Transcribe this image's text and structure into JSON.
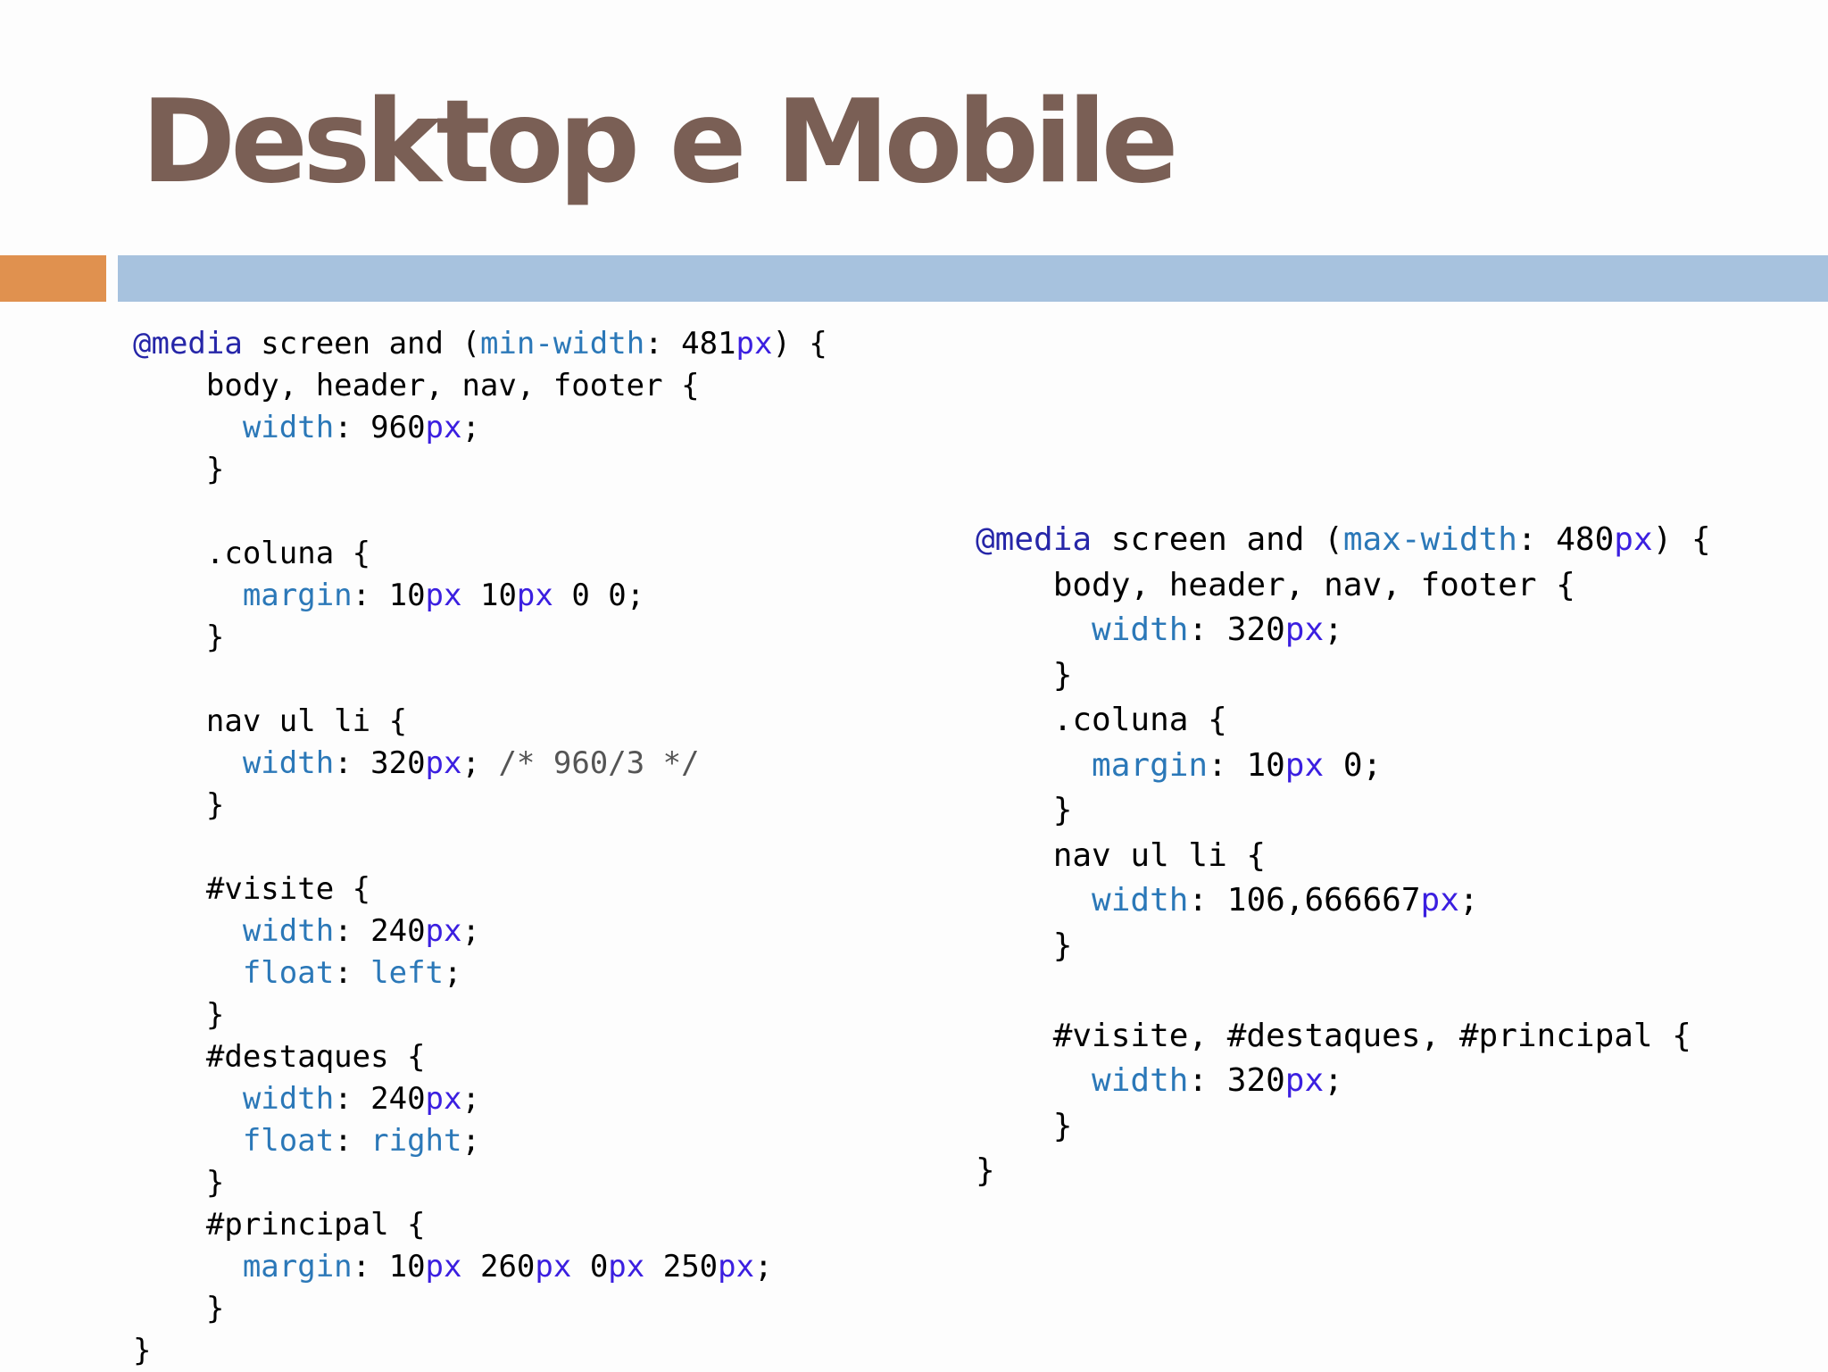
{
  "slide": {
    "title": "Desktop e Mobile"
  },
  "colors": {
    "title": "#7a5f55",
    "accent_bar": "#e0914f",
    "main_bar": "#a7c2de",
    "at_rule": "#2626a8",
    "property": "#2b78b8",
    "unit": "#3b1fe0",
    "comment": "#555555"
  },
  "code_desktop": {
    "lines": [
      [
        {
          "t": "at",
          "v": "@media"
        },
        {
          "t": "plain",
          "v": " screen and ("
        },
        {
          "t": "prop",
          "v": "min-width"
        },
        {
          "t": "plain",
          "v": ": 481"
        },
        {
          "t": "unit",
          "v": "px"
        },
        {
          "t": "plain",
          "v": ") {"
        }
      ],
      [
        {
          "t": "plain",
          "v": "    body, header, nav, footer {"
        }
      ],
      [
        {
          "t": "plain",
          "v": "      "
        },
        {
          "t": "prop",
          "v": "width"
        },
        {
          "t": "plain",
          "v": ": 960"
        },
        {
          "t": "unit",
          "v": "px"
        },
        {
          "t": "plain",
          "v": ";"
        }
      ],
      [
        {
          "t": "plain",
          "v": "    }"
        }
      ],
      [],
      [
        {
          "t": "plain",
          "v": "    .coluna {"
        }
      ],
      [
        {
          "t": "plain",
          "v": "      "
        },
        {
          "t": "prop",
          "v": "margin"
        },
        {
          "t": "plain",
          "v": ": 10"
        },
        {
          "t": "unit",
          "v": "px"
        },
        {
          "t": "plain",
          "v": " 10"
        },
        {
          "t": "unit",
          "v": "px"
        },
        {
          "t": "plain",
          "v": " 0 0;"
        }
      ],
      [
        {
          "t": "plain",
          "v": "    }"
        }
      ],
      [],
      [
        {
          "t": "plain",
          "v": "    nav ul li {"
        }
      ],
      [
        {
          "t": "plain",
          "v": "      "
        },
        {
          "t": "prop",
          "v": "width"
        },
        {
          "t": "plain",
          "v": ": 320"
        },
        {
          "t": "unit",
          "v": "px"
        },
        {
          "t": "plain",
          "v": "; "
        },
        {
          "t": "cmt",
          "v": "/* 960/3 */"
        }
      ],
      [
        {
          "t": "plain",
          "v": "    }"
        }
      ],
      [],
      [
        {
          "t": "plain",
          "v": "    #visite {"
        }
      ],
      [
        {
          "t": "plain",
          "v": "      "
        },
        {
          "t": "prop",
          "v": "width"
        },
        {
          "t": "plain",
          "v": ": 240"
        },
        {
          "t": "unit",
          "v": "px"
        },
        {
          "t": "plain",
          "v": ";"
        }
      ],
      [
        {
          "t": "plain",
          "v": "      "
        },
        {
          "t": "prop",
          "v": "float"
        },
        {
          "t": "plain",
          "v": ": "
        },
        {
          "t": "val",
          "v": "left"
        },
        {
          "t": "plain",
          "v": ";"
        }
      ],
      [
        {
          "t": "plain",
          "v": "    }"
        }
      ],
      [
        {
          "t": "plain",
          "v": "    #destaques {"
        }
      ],
      [
        {
          "t": "plain",
          "v": "      "
        },
        {
          "t": "prop",
          "v": "width"
        },
        {
          "t": "plain",
          "v": ": 240"
        },
        {
          "t": "unit",
          "v": "px"
        },
        {
          "t": "plain",
          "v": ";"
        }
      ],
      [
        {
          "t": "plain",
          "v": "      "
        },
        {
          "t": "prop",
          "v": "float"
        },
        {
          "t": "plain",
          "v": ": "
        },
        {
          "t": "val",
          "v": "right"
        },
        {
          "t": "plain",
          "v": ";"
        }
      ],
      [
        {
          "t": "plain",
          "v": "    }"
        }
      ],
      [
        {
          "t": "plain",
          "v": "    #principal {"
        }
      ],
      [
        {
          "t": "plain",
          "v": "      "
        },
        {
          "t": "prop",
          "v": "margin"
        },
        {
          "t": "plain",
          "v": ": 10"
        },
        {
          "t": "unit",
          "v": "px"
        },
        {
          "t": "plain",
          "v": " 260"
        },
        {
          "t": "unit",
          "v": "px"
        },
        {
          "t": "plain",
          "v": " 0"
        },
        {
          "t": "unit",
          "v": "px"
        },
        {
          "t": "plain",
          "v": " 250"
        },
        {
          "t": "unit",
          "v": "px"
        },
        {
          "t": "plain",
          "v": ";"
        }
      ],
      [
        {
          "t": "plain",
          "v": "    }"
        }
      ],
      [
        {
          "t": "plain",
          "v": "}"
        }
      ]
    ]
  },
  "code_mobile": {
    "lines": [
      [
        {
          "t": "at",
          "v": "@media"
        },
        {
          "t": "plain",
          "v": " screen and ("
        },
        {
          "t": "prop",
          "v": "max-width"
        },
        {
          "t": "plain",
          "v": ": 480"
        },
        {
          "t": "unit",
          "v": "px"
        },
        {
          "t": "plain",
          "v": ") {"
        }
      ],
      [
        {
          "t": "plain",
          "v": "    body, header, nav, footer {"
        }
      ],
      [
        {
          "t": "plain",
          "v": "      "
        },
        {
          "t": "prop",
          "v": "width"
        },
        {
          "t": "plain",
          "v": ": 320"
        },
        {
          "t": "unit",
          "v": "px"
        },
        {
          "t": "plain",
          "v": ";"
        }
      ],
      [
        {
          "t": "plain",
          "v": "    }"
        }
      ],
      [
        {
          "t": "plain",
          "v": "    .coluna {"
        }
      ],
      [
        {
          "t": "plain",
          "v": "      "
        },
        {
          "t": "prop",
          "v": "margin"
        },
        {
          "t": "plain",
          "v": ": 10"
        },
        {
          "t": "unit",
          "v": "px"
        },
        {
          "t": "plain",
          "v": " 0;"
        }
      ],
      [
        {
          "t": "plain",
          "v": "    }"
        }
      ],
      [
        {
          "t": "plain",
          "v": "    nav ul li {"
        }
      ],
      [
        {
          "t": "plain",
          "v": "      "
        },
        {
          "t": "prop",
          "v": "width"
        },
        {
          "t": "plain",
          "v": ": 106,666667"
        },
        {
          "t": "unit",
          "v": "px"
        },
        {
          "t": "plain",
          "v": ";"
        }
      ],
      [
        {
          "t": "plain",
          "v": "    }"
        }
      ],
      [],
      [
        {
          "t": "plain",
          "v": "    #visite, #destaques, #principal {"
        }
      ],
      [
        {
          "t": "plain",
          "v": "      "
        },
        {
          "t": "prop",
          "v": "width"
        },
        {
          "t": "plain",
          "v": ": 320"
        },
        {
          "t": "unit",
          "v": "px"
        },
        {
          "t": "plain",
          "v": ";"
        }
      ],
      [
        {
          "t": "plain",
          "v": "    }"
        }
      ],
      [
        {
          "t": "plain",
          "v": "}"
        }
      ]
    ]
  }
}
